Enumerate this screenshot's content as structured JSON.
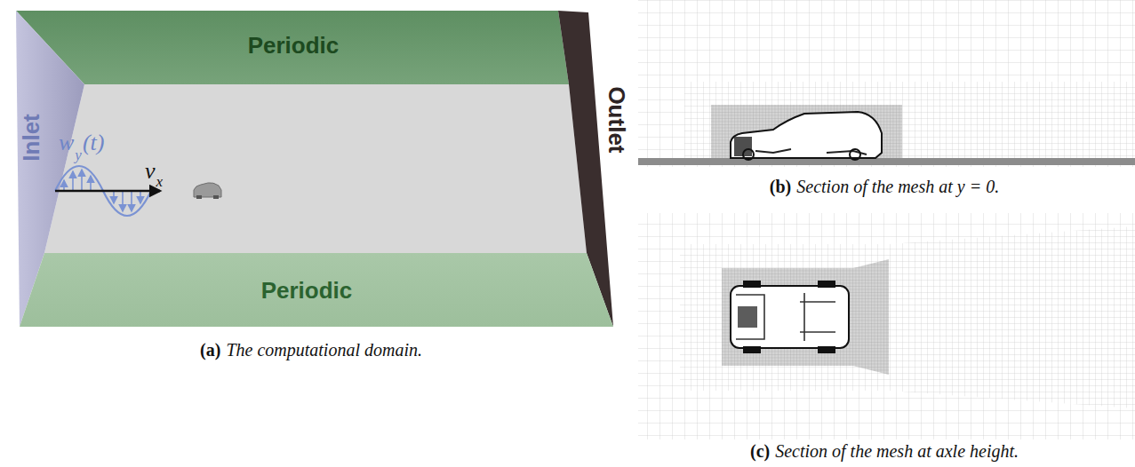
{
  "diagram": {
    "labels": [
      "Periodic",
      "Inlet",
      "w",
      "y",
      "(t)",
      "v",
      "x",
      "Outlet",
      "Periodic",
      "(a)",
      "The computational domain.",
      "(b)",
      "Section of the mesh at y = 0.",
      "(c)",
      "Section of the mesh at axle height."
    ]
  }
}
